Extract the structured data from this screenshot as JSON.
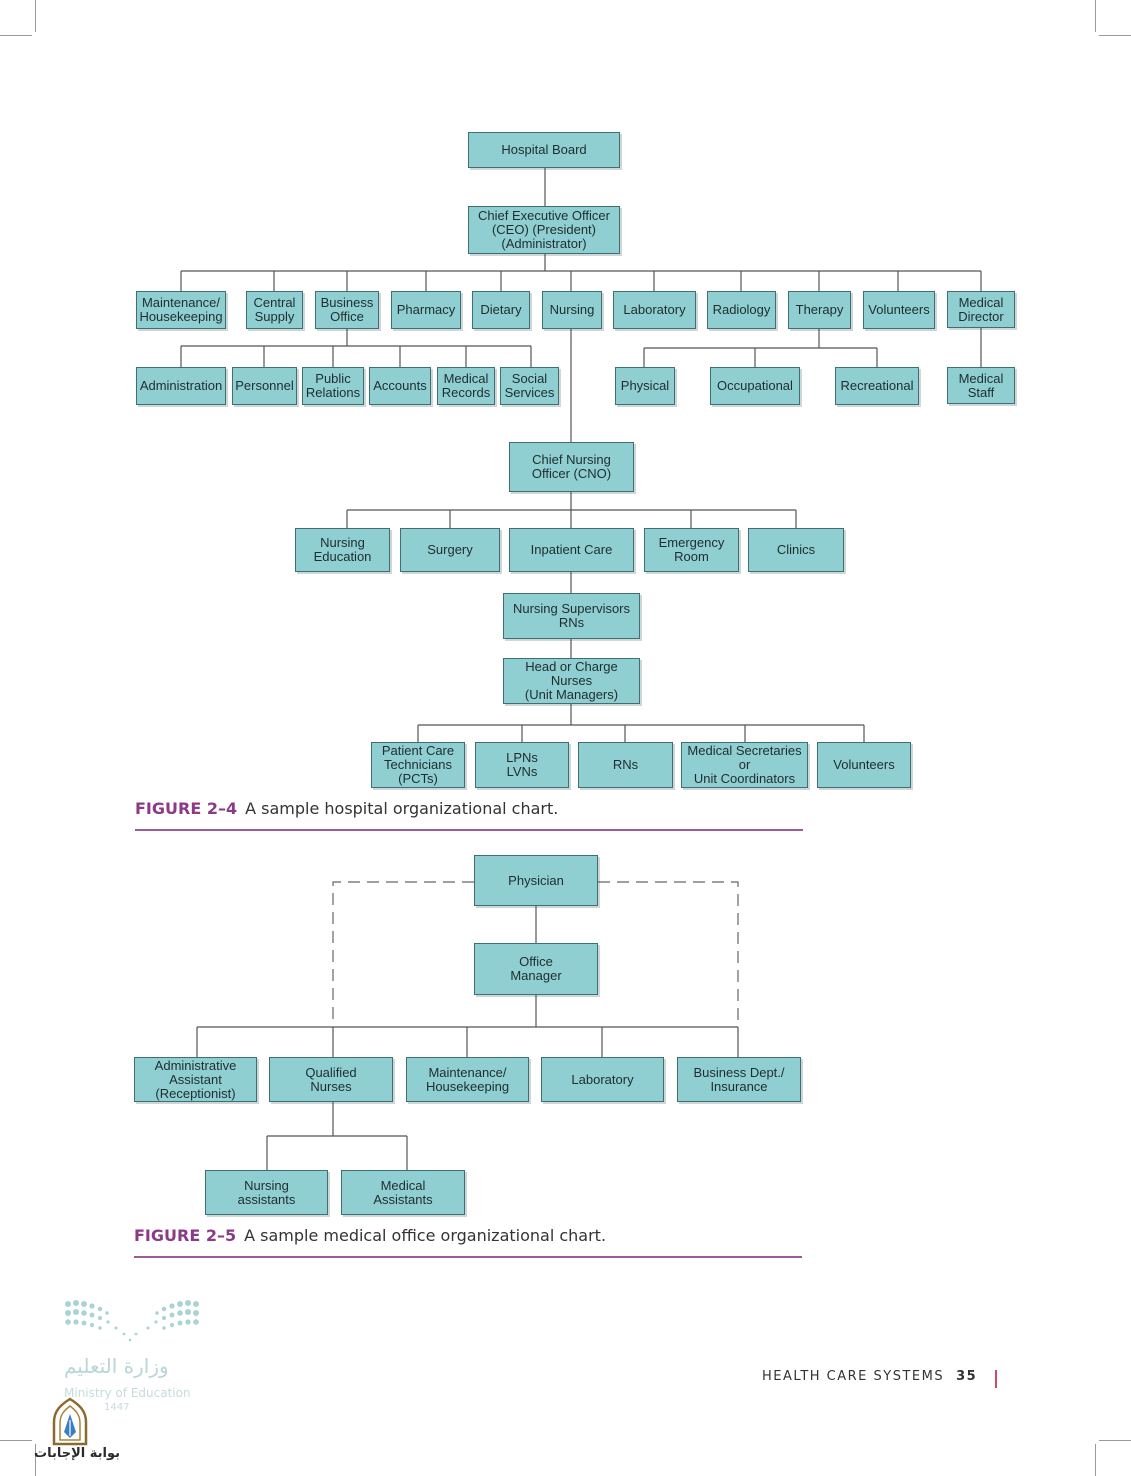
{
  "figure_2_4": {
    "nodes": {
      "board": "Hospital Board",
      "ceo": "Chief Executive Officer\n(CEO) (President)\n(Administrator)",
      "maintenance": "Maintenance/\nHousekeeping",
      "central_supply": "Central\nSupply",
      "business_office": "Business\nOffice",
      "pharmacy": "Pharmacy",
      "dietary": "Dietary",
      "nursing": "Nursing",
      "laboratory": "Laboratory",
      "radiology": "Radiology",
      "therapy": "Therapy",
      "volunteers_top": "Volunteers",
      "medical_director": "Medical\nDirector",
      "administration": "Administration",
      "personnel": "Personnel",
      "public_relations": "Public\nRelations",
      "accounts": "Accounts",
      "medical_records": "Medical\nRecords",
      "social_services": "Social\nServices",
      "physical": "Physical",
      "occupational": "Occupational",
      "recreational": "Recreational",
      "medical_staff": "Medical\nStaff",
      "cno": "Chief Nursing\nOfficer (CNO)",
      "nursing_education": "Nursing\nEducation",
      "surgery": "Surgery",
      "inpatient_care": "Inpatient Care",
      "emergency_room": "Emergency\nRoom",
      "clinics": "Clinics",
      "nursing_supervisors": "Nursing Supervisors\nRNs",
      "head_nurses": "Head or Charge\nNurses\n(Unit Managers)",
      "pcts": "Patient Care\nTechnicians\n(PCTs)",
      "lpns": "LPNs\nLVNs",
      "rns": "RNs",
      "med_secretaries": "Medical Secretaries\nor\nUnit Coordinators",
      "volunteers_bottom": "Volunteers"
    },
    "caption_label": "FIGURE 2–4",
    "caption_text": "A sample hospital organizational chart."
  },
  "figure_2_5": {
    "nodes": {
      "physician": "Physician",
      "office_manager": "Office\nManager",
      "admin_assistant": "Administrative\nAssistant\n(Receptionist)",
      "qualified_nurses": "Qualified\nNurses",
      "maintenance": "Maintenance/\nHousekeeping",
      "laboratory": "Laboratory",
      "business_dept": "Business Dept./\nInsurance",
      "nursing_assistants": "Nursing\nassistants",
      "medical_assistants": "Medical\nAssistants"
    },
    "caption_label": "FIGURE 2–5",
    "caption_text": "A sample medical office organizational chart."
  },
  "footer": {
    "section": "HEALTH CARE SYSTEMS",
    "page": "35"
  },
  "watermark": {
    "ministry_arabic": "وزارة التعليم",
    "ministry_english": "Ministry of Education",
    "year": "1447",
    "portal_text": "بوابة الإجابات"
  },
  "colors": {
    "box_fill": "#8fcfd1",
    "box_border": "#3f6e73",
    "caption_accent": "#8a3a87",
    "footer_bar": "#d24a6a"
  }
}
